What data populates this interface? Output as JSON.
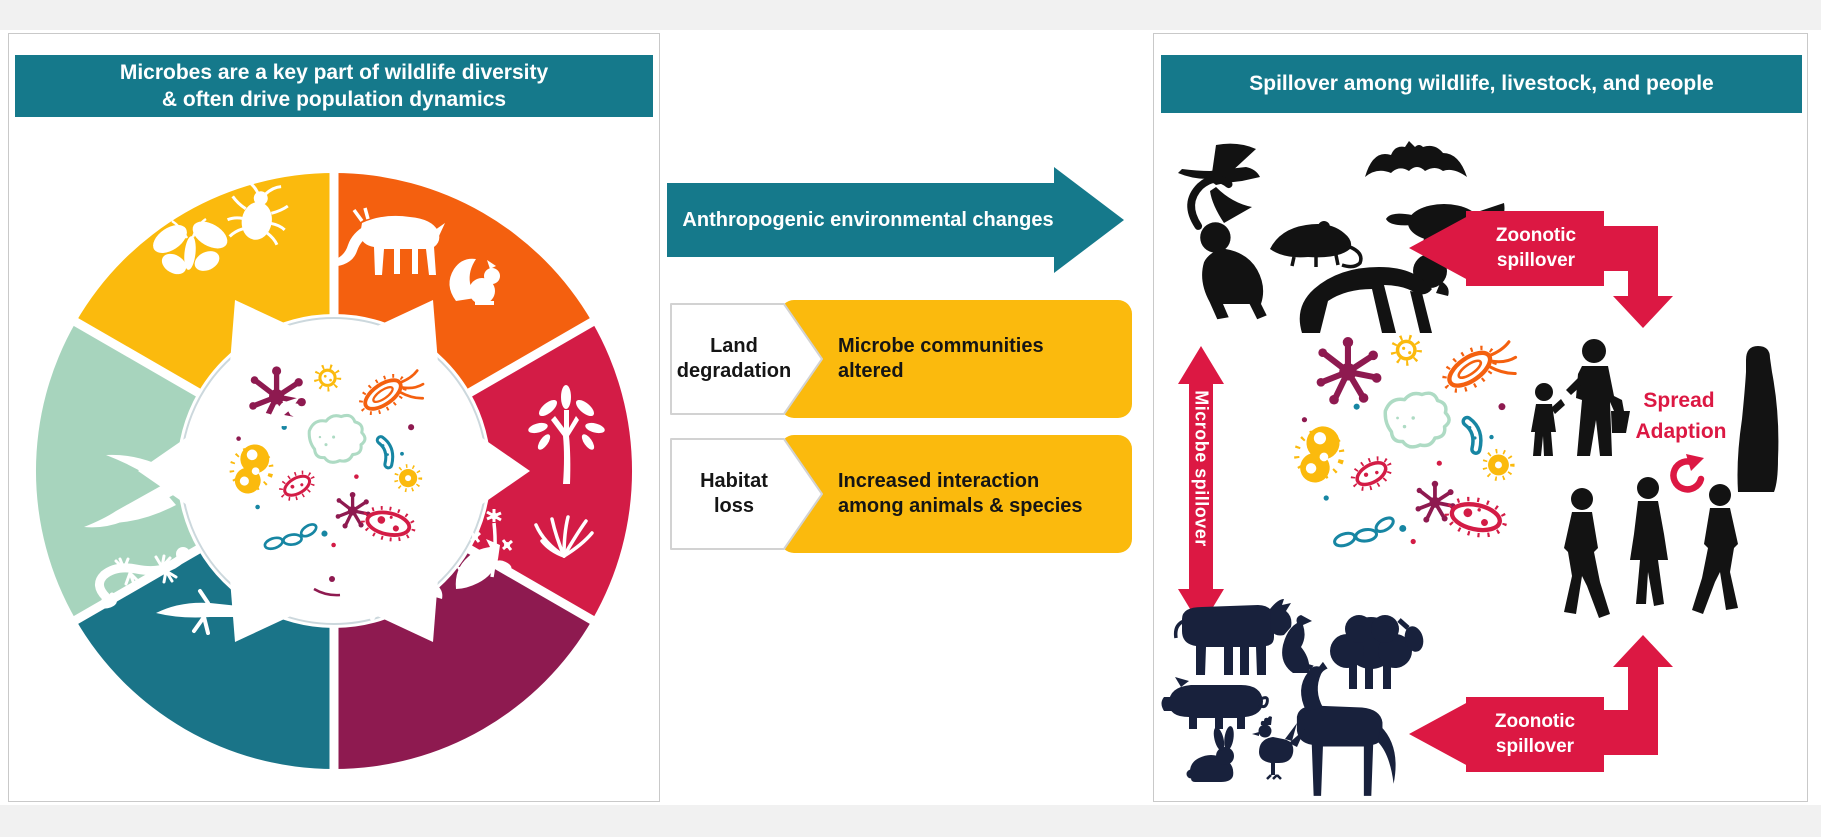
{
  "colors": {
    "teal": "#15798B",
    "yellow": "#FBBA0D",
    "orange": "#F4600F",
    "red": "#D31C46",
    "maroon": "#8E1A50",
    "dark_teal": "#1A7488",
    "seafoam": "#A7D4BD",
    "arrow_red": "#DC1843",
    "wildlife_black": "#121212",
    "livestock_navy": "#18213C",
    "people_black": "#131313",
    "microbe_teal": "#1786A3",
    "amoeba_green": "#AEDBC4"
  },
  "left_panel": {
    "title": "Microbes are a key part of wildlife diversity\n& often drive population dynamics",
    "wheel": {
      "center_icon": "microbes-cluster-icon",
      "segments": [
        {
          "name": "insects",
          "color": "#FBBA0D",
          "icons": [
            "moth-icon",
            "beetle-icon"
          ]
        },
        {
          "name": "mammals",
          "color": "#F4600F",
          "icons": [
            "deer-icon",
            "squirrel-icon"
          ]
        },
        {
          "name": "plants",
          "color": "#D31C46",
          "icons": [
            "tree-icon",
            "flower-icon",
            "grass-icon"
          ]
        },
        {
          "name": "marine-life",
          "color": "#8E1A50",
          "icons": [
            "whale-icon",
            "fish-icon"
          ]
        },
        {
          "name": "reptiles-amphibians",
          "color": "#1A7488",
          "icons": [
            "gecko-icon",
            "salamander-icon"
          ]
        },
        {
          "name": "birds",
          "color": "#A7D4BD",
          "icons": [
            "gull-icon",
            "goose-icon"
          ]
        }
      ]
    }
  },
  "middle": {
    "main_arrow_label": "Anthropogenic environmental changes",
    "steps": [
      {
        "cause": "Land\ndegradation",
        "effect": "Microbe communities\naltered"
      },
      {
        "cause": "Habitat\nloss",
        "effect": "Increased interaction\namong animals & species"
      }
    ]
  },
  "right_panel": {
    "title": "Spillover among wildlife, livestock, and people",
    "labels": {
      "zoonotic_top": "Zoonotic\nspillover",
      "zoonotic_bottom": "Zoonotic\nspillover",
      "microbe_spillover": "Microbe spillover",
      "spread": "Spread",
      "adaption": "Adaption"
    },
    "wildlife_icons": [
      "flying-duck-icon",
      "bat-icon",
      "platypus-icon",
      "rat-icon",
      "monkey-icon",
      "chimpanzee-icon"
    ],
    "livestock_icons": [
      "cow-icon",
      "cormorant-icon",
      "sheep-icon",
      "pig-icon",
      "horse-icon",
      "rabbit-icon",
      "chicken-icon"
    ],
    "people_icons": [
      "man-with-bag-icon",
      "child-icon",
      "woman-long-dress-icon",
      "walking-man-icon",
      "walking-woman-icon",
      "walking-person-icon"
    ]
  }
}
